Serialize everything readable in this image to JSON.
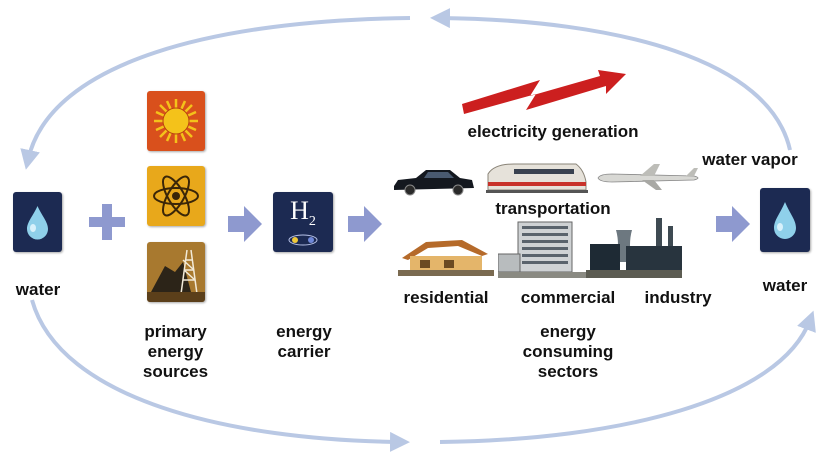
{
  "labels": {
    "water_left": "water",
    "water_right": "water",
    "water_vapor": "water vapor",
    "primary_energy_sources": "primary energy sources",
    "energy_carrier": "energy carrier",
    "electricity_generation": "electricity generation",
    "transportation": "transportation",
    "residential": "residential",
    "commercial": "commercial",
    "industry": "industry",
    "energy_consuming_sectors": "energy consuming sectors",
    "h2_symbol": "H",
    "h2_subscript": "2"
  },
  "icons": {
    "water_left": "water-drop-icon",
    "water_right": "water-drop-icon",
    "plus": "plus-icon",
    "solar": "sun-icon",
    "nuclear": "atom-icon",
    "fossil": "oil-derrick-icon",
    "hydrogen": "hydrogen-icon",
    "electricity": "lightning-bolt-icon",
    "car": "car-icon",
    "train": "train-icon",
    "plane": "airplane-icon",
    "house": "house-icon",
    "office": "office-building-icon",
    "factory": "factory-icon"
  },
  "colors": {
    "cycle_arrow": "#b9c8e4",
    "flow_arrow": "#8e99cf",
    "tile_navy": "#1c2a52",
    "water_drop": "#8fd0ea",
    "sun_bg": "#d9501c",
    "atom_bg": "#e8a81b",
    "fossil_bg": "#a8792f",
    "bolt_red": "#cc1f1f"
  }
}
